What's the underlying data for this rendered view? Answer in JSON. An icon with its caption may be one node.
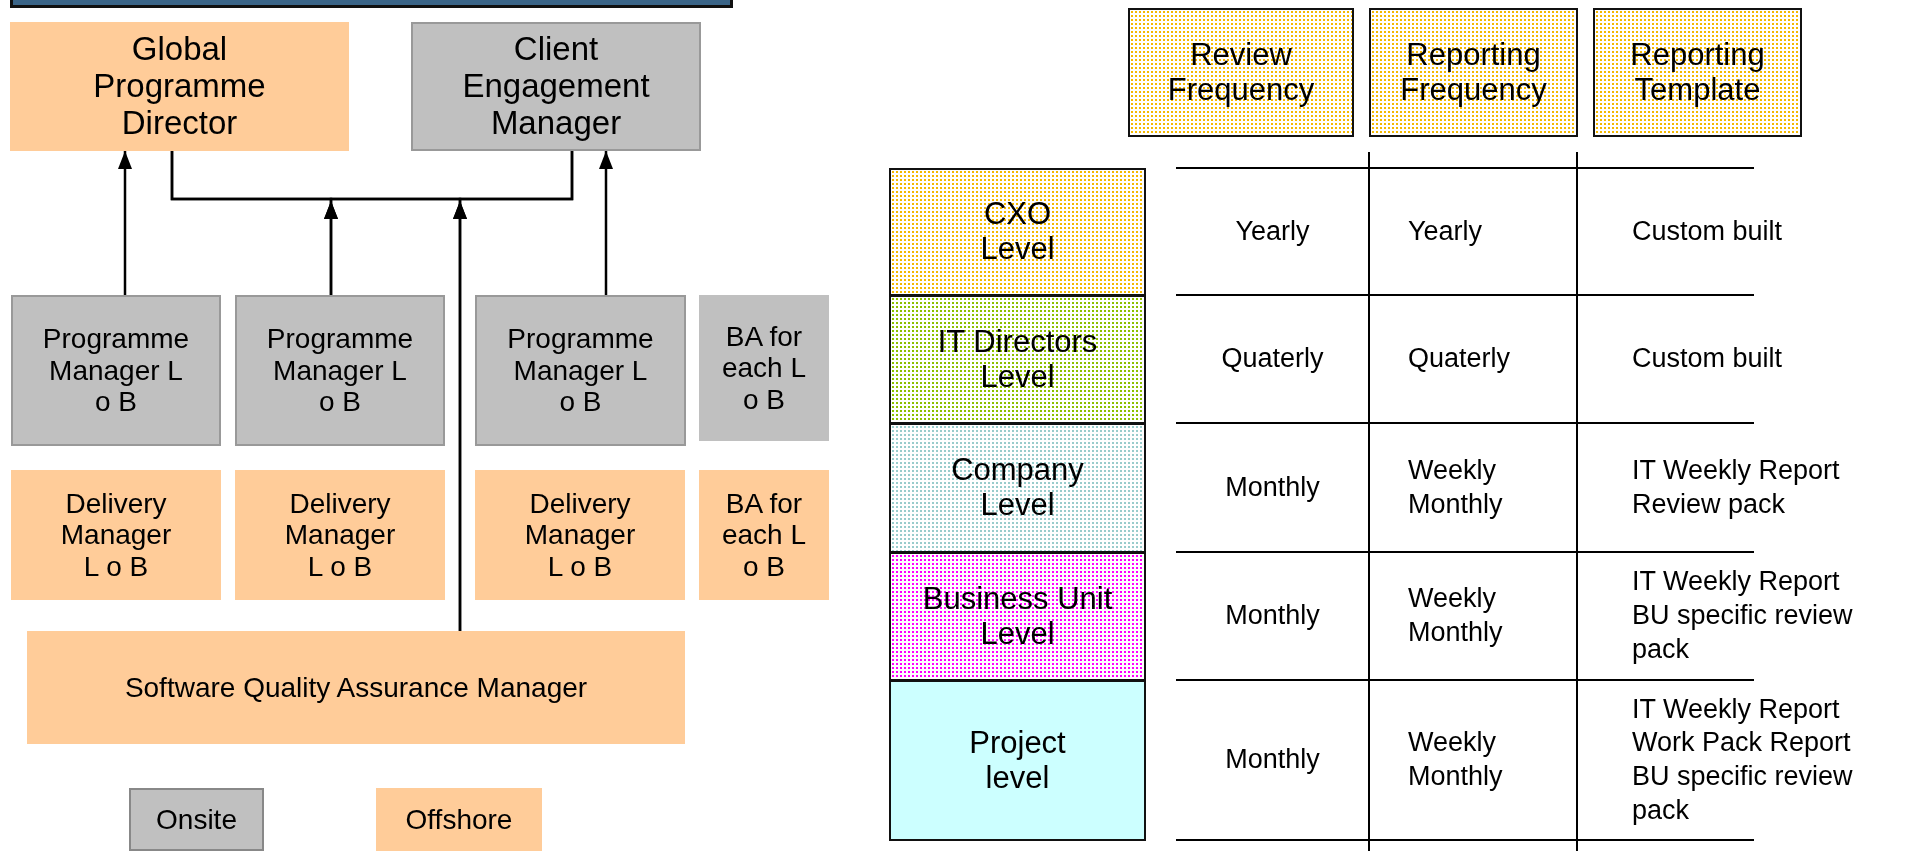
{
  "diagram": {
    "nodes": [
      {
        "text": [],
        "shape": "bar"
      },
      {
        "text": [
          "Global Programme Director"
        ]
      },
      {
        "text": [
          "Client Engagement Manager"
        ]
      },
      {
        "text": [
          "Programme Manager L o B"
        ]
      },
      {
        "text": [
          "Programme Manager L o B"
        ]
      },
      {
        "text": [
          "Programme Manager L o B"
        ]
      },
      {
        "text": [
          "BA for each L o B"
        ]
      },
      {
        "text": [
          "Delivery Manager L o B"
        ]
      },
      {
        "text": [
          "Delivery Manager L o B"
        ]
      },
      {
        "text": [
          "Delivery Manager L o B"
        ]
      },
      {
        "text": [
          "BA for each L o B"
        ]
      },
      {
        "text": [
          "Software Quality Assurance Manager"
        ]
      },
      {
        "text": [
          "Review Frequency"
        ]
      },
      {
        "text": [
          "Reporting Frequency"
        ]
      },
      {
        "text": [
          "Reporting Template"
        ]
      },
      {
        "text": [
          "CXO Level"
        ]
      },
      {
        "text": [
          "IT Directors Level"
        ]
      },
      {
        "text": [
          "Company Level"
        ]
      },
      {
        "text": [
          "Business Unit Level"
        ]
      },
      {
        "text": [
          "Project level"
        ]
      }
    ],
    "edges": [
      {
        "from": 3,
        "to": 1,
        "arrow": "to"
      },
      {
        "from": 4,
        "to": 1,
        "arrow": "to"
      },
      {
        "from": 4,
        "to": 2,
        "arrow": "to"
      },
      {
        "from": 11,
        "to": 1,
        "arrow": "to"
      },
      {
        "from": 11,
        "to": 2,
        "arrow": "to"
      },
      {
        "from": 5,
        "to": 2,
        "arrow": "to"
      }
    ],
    "labels": [
      "Yearly",
      "Yearly",
      "Custom built",
      "Quaterly",
      "Quaterly",
      "Custom built",
      "Monthly",
      "Weekly Monthly",
      "IT Weekly Report Review pack",
      "Monthly",
      "Weekly Monthly",
      "IT Weekly Report BU specific review pack",
      "Monthly",
      "Weekly Monthly",
      "IT Weekly Report Work Pack Report BU specific review pack"
    ],
    "legend": [
      {
        "text": "Onsite",
        "color": "#c0c0c0"
      },
      {
        "text": "Offshore",
        "color": "#ffcc99"
      }
    ]
  }
}
